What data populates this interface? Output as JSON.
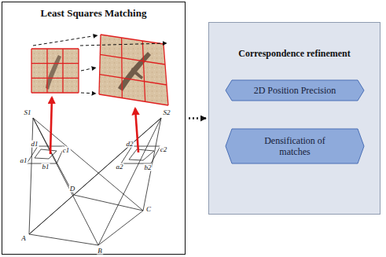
{
  "diagram": {
    "nodes": [
      {
        "text": [
          "Least Squares Matching"
        ]
      },
      {
        "text": [
          "Correspondence refinement"
        ]
      },
      {
        "text": [
          "2D Position Precision"
        ],
        "in": 1
      },
      {
        "text": [
          "Densification of matches"
        ],
        "in": 1
      }
    ],
    "edges": [
      {
        "from": 0,
        "to": 1,
        "arrow": "to"
      }
    ],
    "labels": [
      "S1",
      "S2",
      "d1",
      "c1",
      "a1",
      "b1",
      "d2",
      "c2",
      "a2",
      "b2",
      "A",
      "B",
      "C",
      "D"
    ]
  }
}
